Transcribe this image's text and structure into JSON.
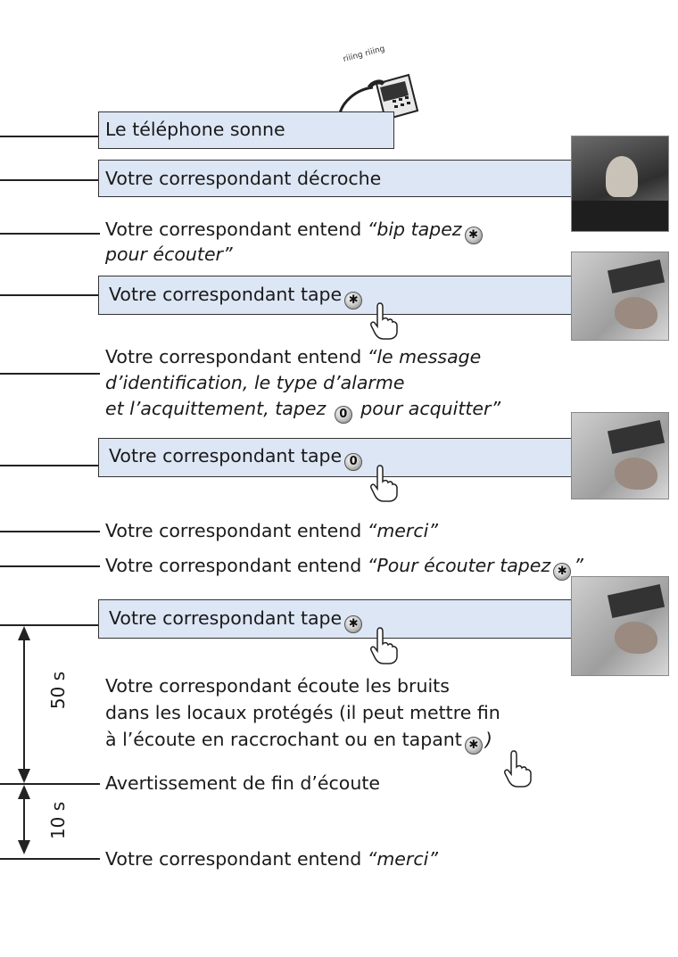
{
  "phone_ring_text": "riiing riiing",
  "steps": {
    "s1": "Le téléphone sonne",
    "s2": "Votre correspondant décroche",
    "s3a": "Votre correspondant entend ",
    "s3b": "“bip tapez",
    "s3c": "pour écouter”",
    "s4": "Votre correspondant tape",
    "s5a": "Votre correspondant entend ",
    "s5b": "“le message",
    "s5c": "d’identification, le type d’alarme",
    "s5d": "et l’acquittement, tapez",
    "s5e": "pour acquitter”",
    "s6": "Votre correspondant tape",
    "s7a": "Votre correspondant entend ",
    "s7b": "“merci”",
    "s8a": "Votre correspondant entend ",
    "s8b": "“Pour écouter tapez",
    "s8c": "”",
    "s9": "Votre correspondant tape",
    "s10a": "Votre correspondant écoute les bruits",
    "s10b": "dans les locaux protégés (il peut mettre fin",
    "s10c": "à l’écoute en raccrochant ou en tapant",
    "s10d": ")",
    "s11": "Avertissement de fin d’écoute",
    "s12a": "Votre correspondant entend ",
    "s12b": "“merci”"
  },
  "keys": {
    "star": "✱",
    "zero": "0"
  },
  "durations": {
    "listen": "50 s",
    "warning": "10 s"
  }
}
